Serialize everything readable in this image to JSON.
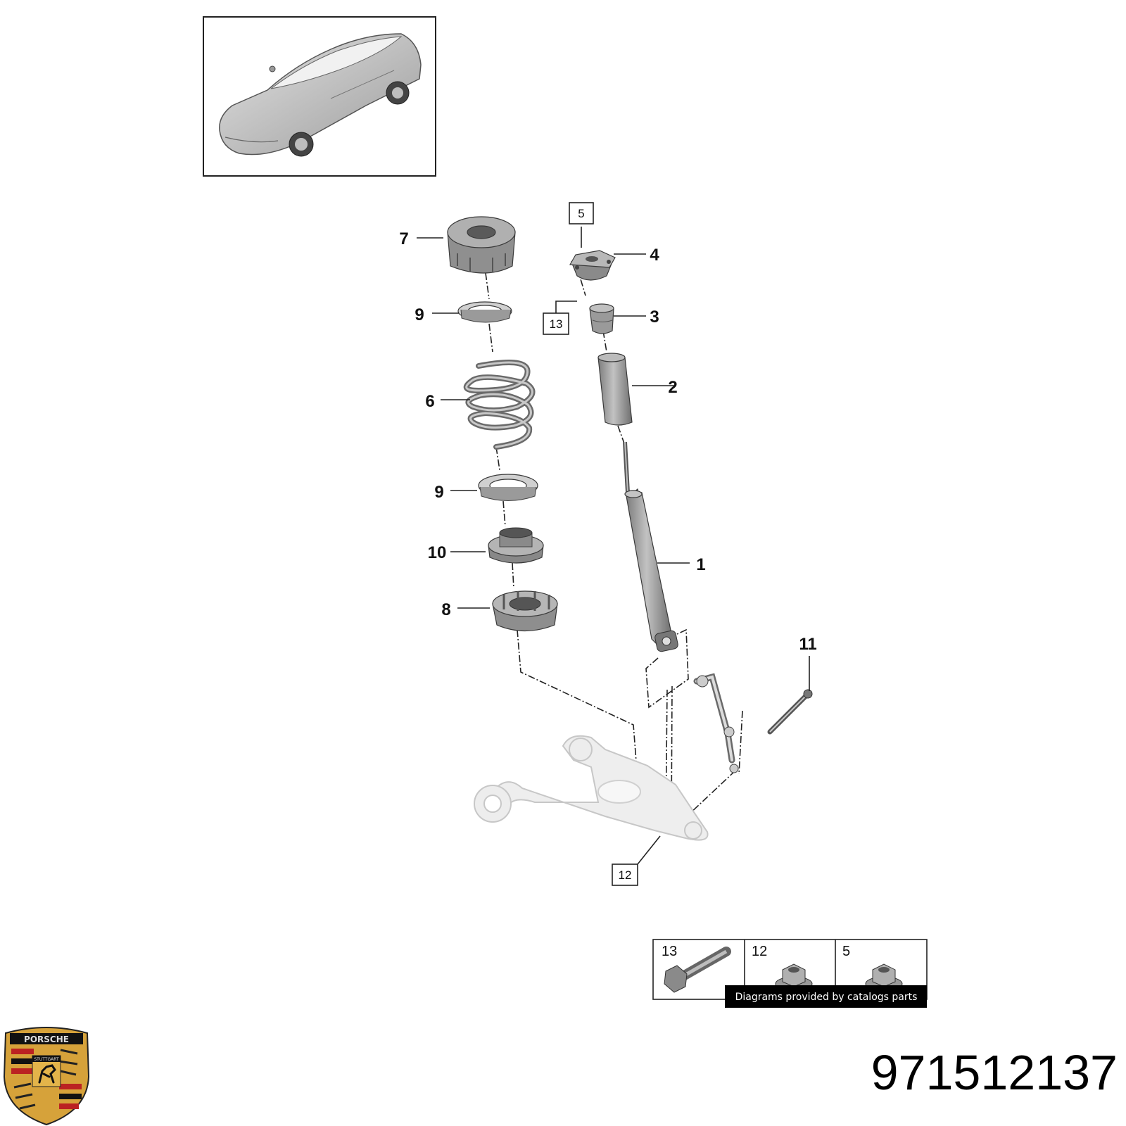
{
  "callouts": [
    {
      "id": "1",
      "boxed": false
    },
    {
      "id": "2",
      "boxed": false
    },
    {
      "id": "3",
      "boxed": false
    },
    {
      "id": "4",
      "boxed": false
    },
    {
      "id": "5",
      "boxed": true
    },
    {
      "id": "6",
      "boxed": false
    },
    {
      "id": "7",
      "boxed": false
    },
    {
      "id": "8",
      "boxed": false
    },
    {
      "id": "9",
      "boxed": false
    },
    {
      "id": "9",
      "boxed": false
    },
    {
      "id": "10",
      "boxed": false
    },
    {
      "id": "11",
      "boxed": false
    },
    {
      "id": "12",
      "boxed": true
    },
    {
      "id": "13",
      "boxed": true
    }
  ],
  "legend": {
    "cells": [
      {
        "id": "13",
        "icon": "bolt-icon"
      },
      {
        "id": "12",
        "icon": "flange-nut-icon"
      },
      {
        "id": "5",
        "icon": "flange-nut-icon"
      }
    ],
    "credit": "Diagrams provided by catalogs parts"
  },
  "logo": {
    "brand": "PORSCHE",
    "city": "STUTTGART",
    "icon": "porsche-crest-icon"
  },
  "part_number": "971512137",
  "colors": {
    "part_fill": "#a9a9a9",
    "arm_fill": "#ededed",
    "credit_bg": "#000000"
  }
}
